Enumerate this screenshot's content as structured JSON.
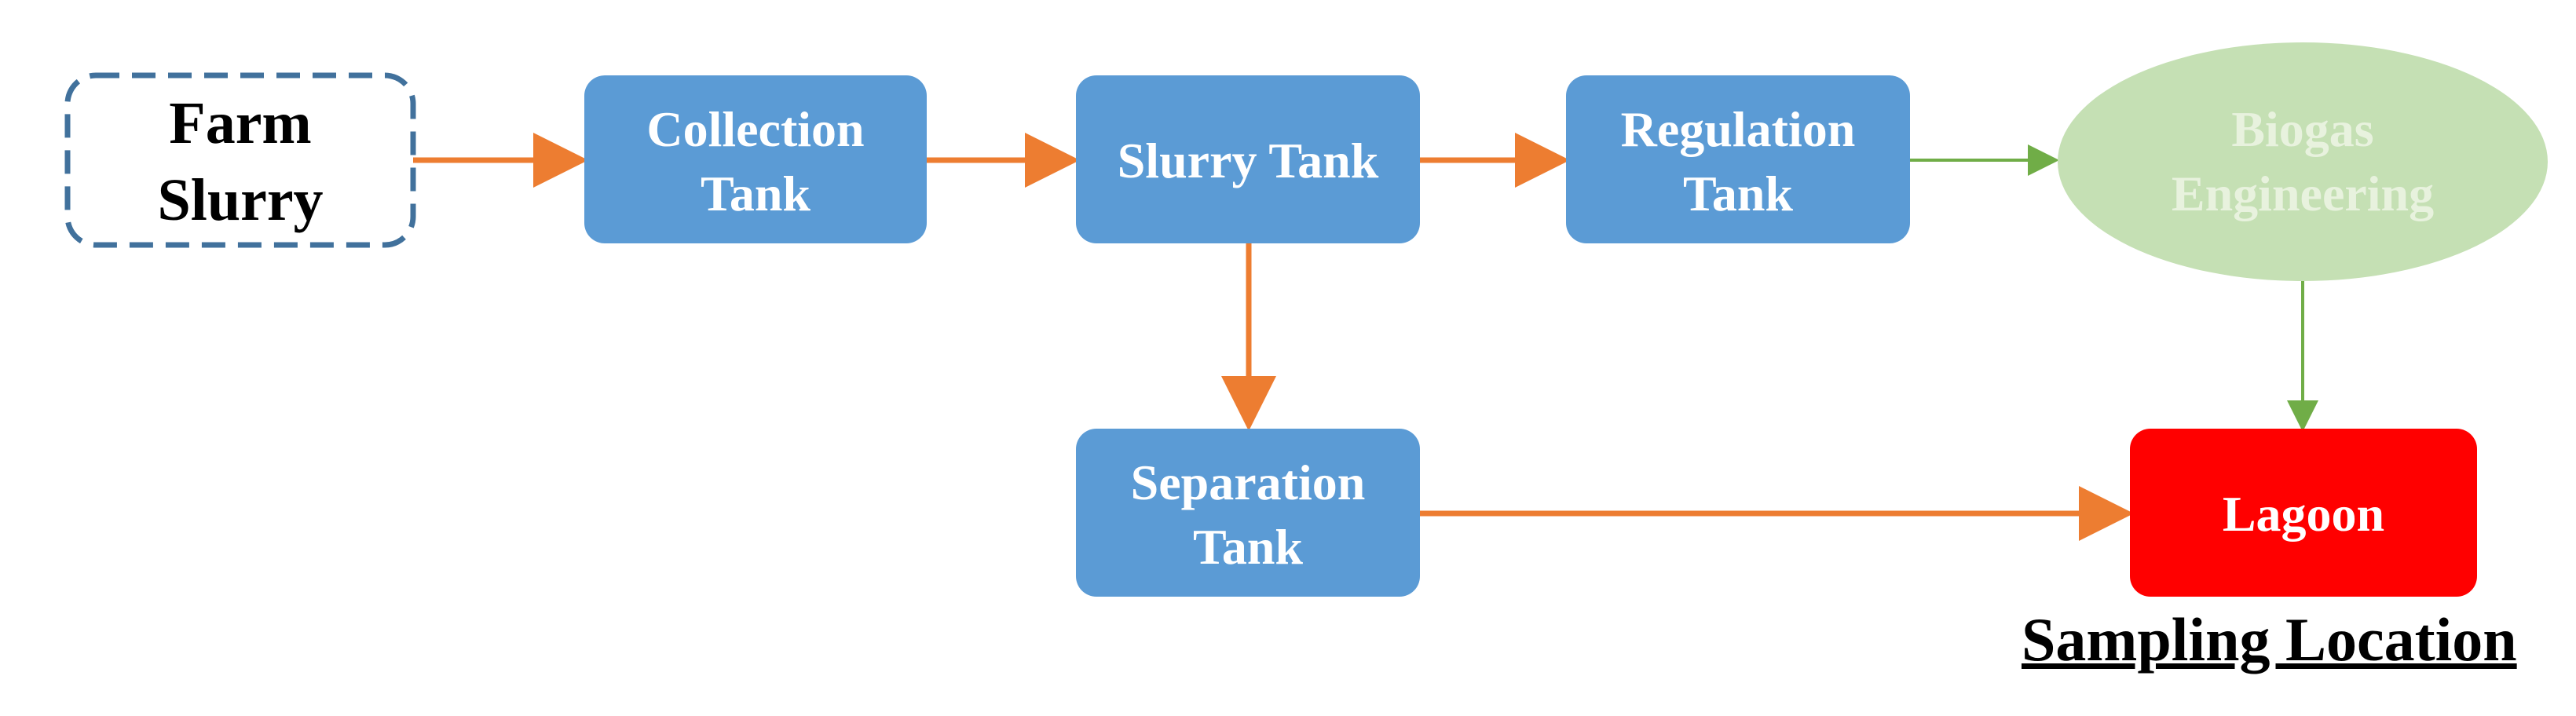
{
  "diagram": {
    "nodes": {
      "farm_slurry": [
        "Farm",
        "Slurry"
      ],
      "collection_tank": [
        "Collection",
        "Tank"
      ],
      "slurry_tank": [
        "Slurry Tank"
      ],
      "regulation_tank": [
        "Regulation",
        "Tank"
      ],
      "biogas_engineering": [
        "Biogas",
        "Engineering"
      ],
      "separation_tank": [
        "Separation",
        "Tank"
      ],
      "lagoon": [
        "Lagoon"
      ]
    },
    "caption": "Sampling Location",
    "colors": {
      "tank_fill": "#5b9bd5",
      "farm_border": "#41719c",
      "biogas_fill": "#c5e0b4",
      "lagoon_fill": "#ff0000",
      "orange_arrow": "#ed7d31",
      "green_arrow": "#70ad47"
    }
  }
}
